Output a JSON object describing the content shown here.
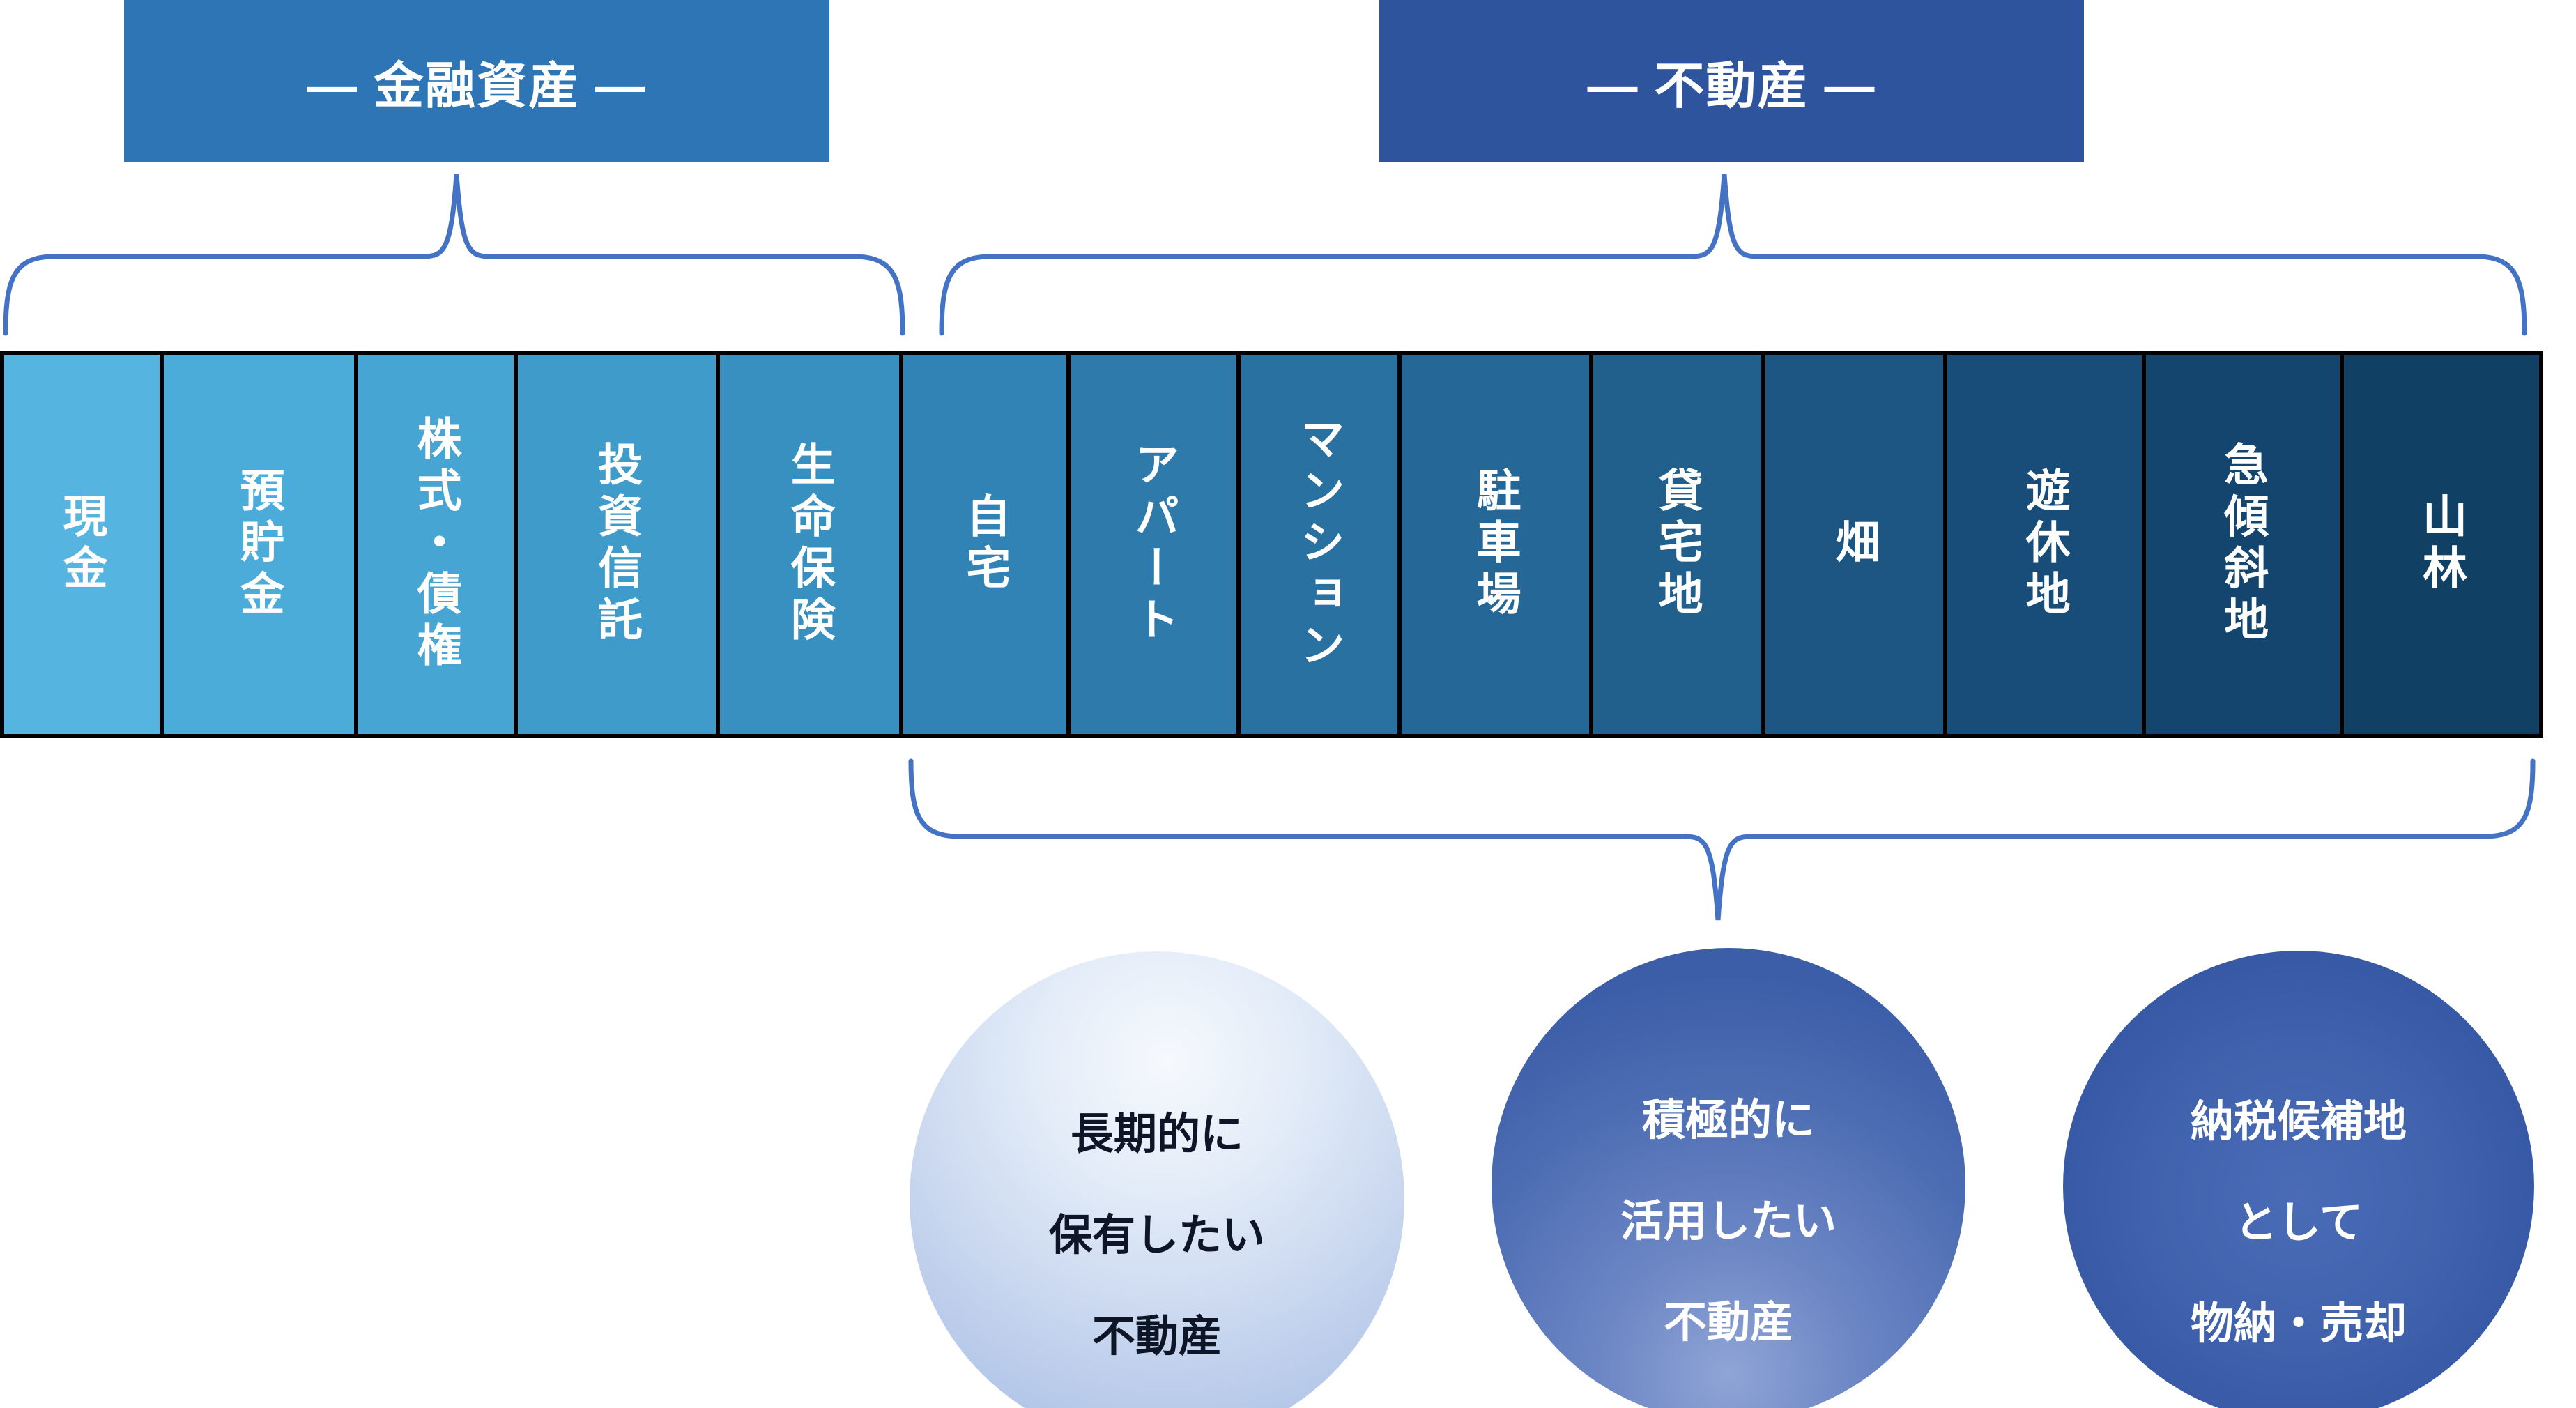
{
  "page": {
    "background": "#ffffff",
    "accent_brace_color": "#4472c4"
  },
  "headers": [
    {
      "id": "financial-assets",
      "label": "― 金融資産 ―",
      "color": "#2e75b6",
      "text_color": "#ffffff"
    },
    {
      "id": "real-estate",
      "label": "― 不動産 ―",
      "color": "#2f549e",
      "text_color": "#ffffff"
    }
  ],
  "asset_row": {
    "border_color": "#000000",
    "text_color": "#ffffff",
    "cells": [
      {
        "label": "現金",
        "color": "#55b5e0"
      },
      {
        "label": "預貯金",
        "color": "#4bacda"
      },
      {
        "label": "株式・債権",
        "color": "#47a5d3"
      },
      {
        "label": "投資信託",
        "color": "#3f9bca"
      },
      {
        "label": "生命保険",
        "color": "#3890c1"
      },
      {
        "label": "自宅",
        "color": "#3183b5"
      },
      {
        "label": "アパート",
        "color": "#2d7aab"
      },
      {
        "label": "マンション",
        "color": "#2971a1"
      },
      {
        "label": "駐車場",
        "color": "#256897"
      },
      {
        "label": "貸宅地",
        "color": "#215f8d"
      },
      {
        "label": "畑",
        "color": "#1d5683"
      },
      {
        "label": "遊休地",
        "color": "#184d79"
      },
      {
        "label": "急傾斜地",
        "color": "#14456f"
      },
      {
        "label": "山林",
        "color": "#114065"
      }
    ]
  },
  "circles": [
    {
      "id": "hold-long-term",
      "lines": {
        "0": "長期的に",
        "1": "保有したい",
        "2": "不動産"
      },
      "text_color": "#0e1526",
      "fill_center": "#f6f9fd",
      "fill_edge": "#a9bfe4"
    },
    {
      "id": "use-actively",
      "lines": {
        "0": "積極的に",
        "1": "活用したい",
        "2": "不動産"
      },
      "text_color": "#ffffff",
      "fill_center": "#90a5d6",
      "fill_edge": "#3a5aa3"
    },
    {
      "id": "tax-payment-candidate",
      "lines": {
        "0": "納税候補地",
        "1": "として",
        "2": "物納・売却"
      },
      "text_color": "#ffffff",
      "fill_center": "#4a6bb6",
      "fill_edge": "#32529d"
    }
  ]
}
